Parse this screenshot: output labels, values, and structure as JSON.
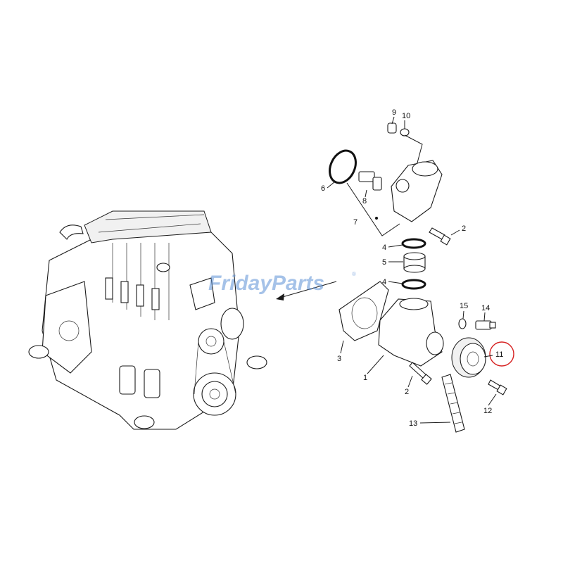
{
  "watermark": {
    "text": "FridayParts",
    "registered": "®"
  },
  "callouts": {
    "c1": "1",
    "c2a": "2",
    "c2b": "2",
    "c3": "3",
    "c4a": "4",
    "c4b": "4",
    "c5": "5",
    "c6": "6",
    "c7": "7",
    "c8": "8",
    "c9": "9",
    "c10": "10",
    "c11": "11",
    "c12": "12",
    "c13": "13",
    "c14": "14",
    "c15": "15"
  },
  "highlight": {
    "part": "11",
    "color": "#d62020"
  }
}
